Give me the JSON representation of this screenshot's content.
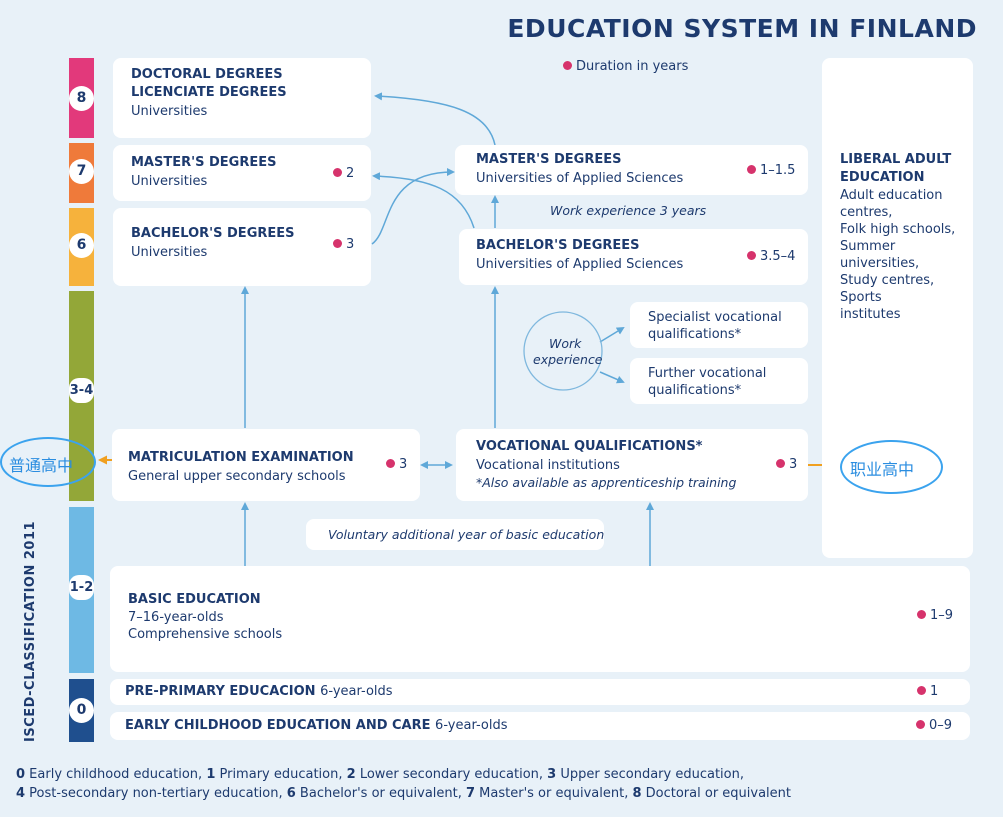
{
  "title": "EDUCATION SYSTEM IN FINLAND",
  "legend": "Duration in years",
  "isced_label": "ISCED-CLASSIFICATION 2011",
  "levels": [
    "8",
    "7",
    "6",
    "3-4",
    "1-2",
    "0"
  ],
  "colors": {
    "level8": "#e2397b",
    "level7": "#ef7a3a",
    "level6": "#f6b23c",
    "level34": "#93a738",
    "level12": "#6eb9e4",
    "level0": "#1f4f8e",
    "text": "#1d3a6e",
    "dot": "#d6336c",
    "annotation": "#3ba3ee",
    "annotation_arrow": "#f0a020",
    "background": "#e8f1f8"
  },
  "boxes": {
    "doctoral": {
      "title1": "DOCTORAL DEGREES",
      "title2": "LICENCIATE DEGREES",
      "sub": "Universities"
    },
    "masters_uni": {
      "title": "MASTER'S DEGREES",
      "sub": "Universities",
      "duration": "2"
    },
    "bachelors_uni": {
      "title": "BACHELOR'S DEGREES",
      "sub": "Universities",
      "duration": "3"
    },
    "masters_uas": {
      "title": "MASTER'S DEGREES",
      "sub": "Universities of Applied Sciences",
      "duration": "1–1.5"
    },
    "bachelors_uas": {
      "title": "BACHELOR'S DEGREES",
      "sub": "Universities of Applied Sciences",
      "duration": "3.5–4"
    },
    "work_experience_years": "Work experience 3 years",
    "work_experience": {
      "line1": "Work",
      "line2": "experience"
    },
    "specialist": {
      "line1": "Specialist vocational",
      "line2": "qualifications*"
    },
    "further": {
      "line1": "Further vocational",
      "line2": "qualifications*"
    },
    "liberal": {
      "title1": "LIBERAL ADULT",
      "title2": "EDUCATION",
      "items": [
        "Adult education",
        "centres,",
        "Folk high schools,",
        "Summer",
        "universities,",
        "Study centres,",
        "Sports",
        "institutes"
      ]
    },
    "matriculation": {
      "title": "MATRICULATION EXAMINATION",
      "sub": "General upper secondary schools",
      "duration": "3"
    },
    "vocational": {
      "title": "VOCATIONAL QUALIFICATIONS*",
      "sub": "Vocational institutions",
      "note": "*Also available as apprenticeship training",
      "duration": "3"
    },
    "voluntary": "Voluntary additional year of basic education",
    "basic": {
      "title": "BASIC EDUCATION",
      "sub1": "7–16-year-olds",
      "sub2": "Comprehensive schools",
      "duration": "1–9"
    },
    "preprimary": {
      "title": "PRE-PRIMARY EDUCACION",
      "sub": "6-year-olds",
      "duration": "1"
    },
    "early": {
      "title": "EARLY CHILDHOOD EDUCATION AND CARE",
      "sub": "6-year-olds",
      "duration": "0–9"
    }
  },
  "annotations": {
    "general_high_school": "普通高中",
    "vocational_high_school": "职业高中"
  },
  "footnote": {
    "line1": [
      {
        "num": "0",
        "text": " Early childhood education, "
      },
      {
        "num": "1",
        "text": " Primary education, "
      },
      {
        "num": "2",
        "text": " Lower secondary education, "
      },
      {
        "num": "3",
        "text": " Upper secondary education,"
      }
    ],
    "line2": [
      {
        "num": "4",
        "text": " Post-secondary non-tertiary education, "
      },
      {
        "num": "6",
        "text": " Bachelor's or equivalent, "
      },
      {
        "num": "7",
        "text": " Master's or equivalent, "
      },
      {
        "num": "8",
        "text": " Doctoral or equivalent"
      }
    ]
  }
}
